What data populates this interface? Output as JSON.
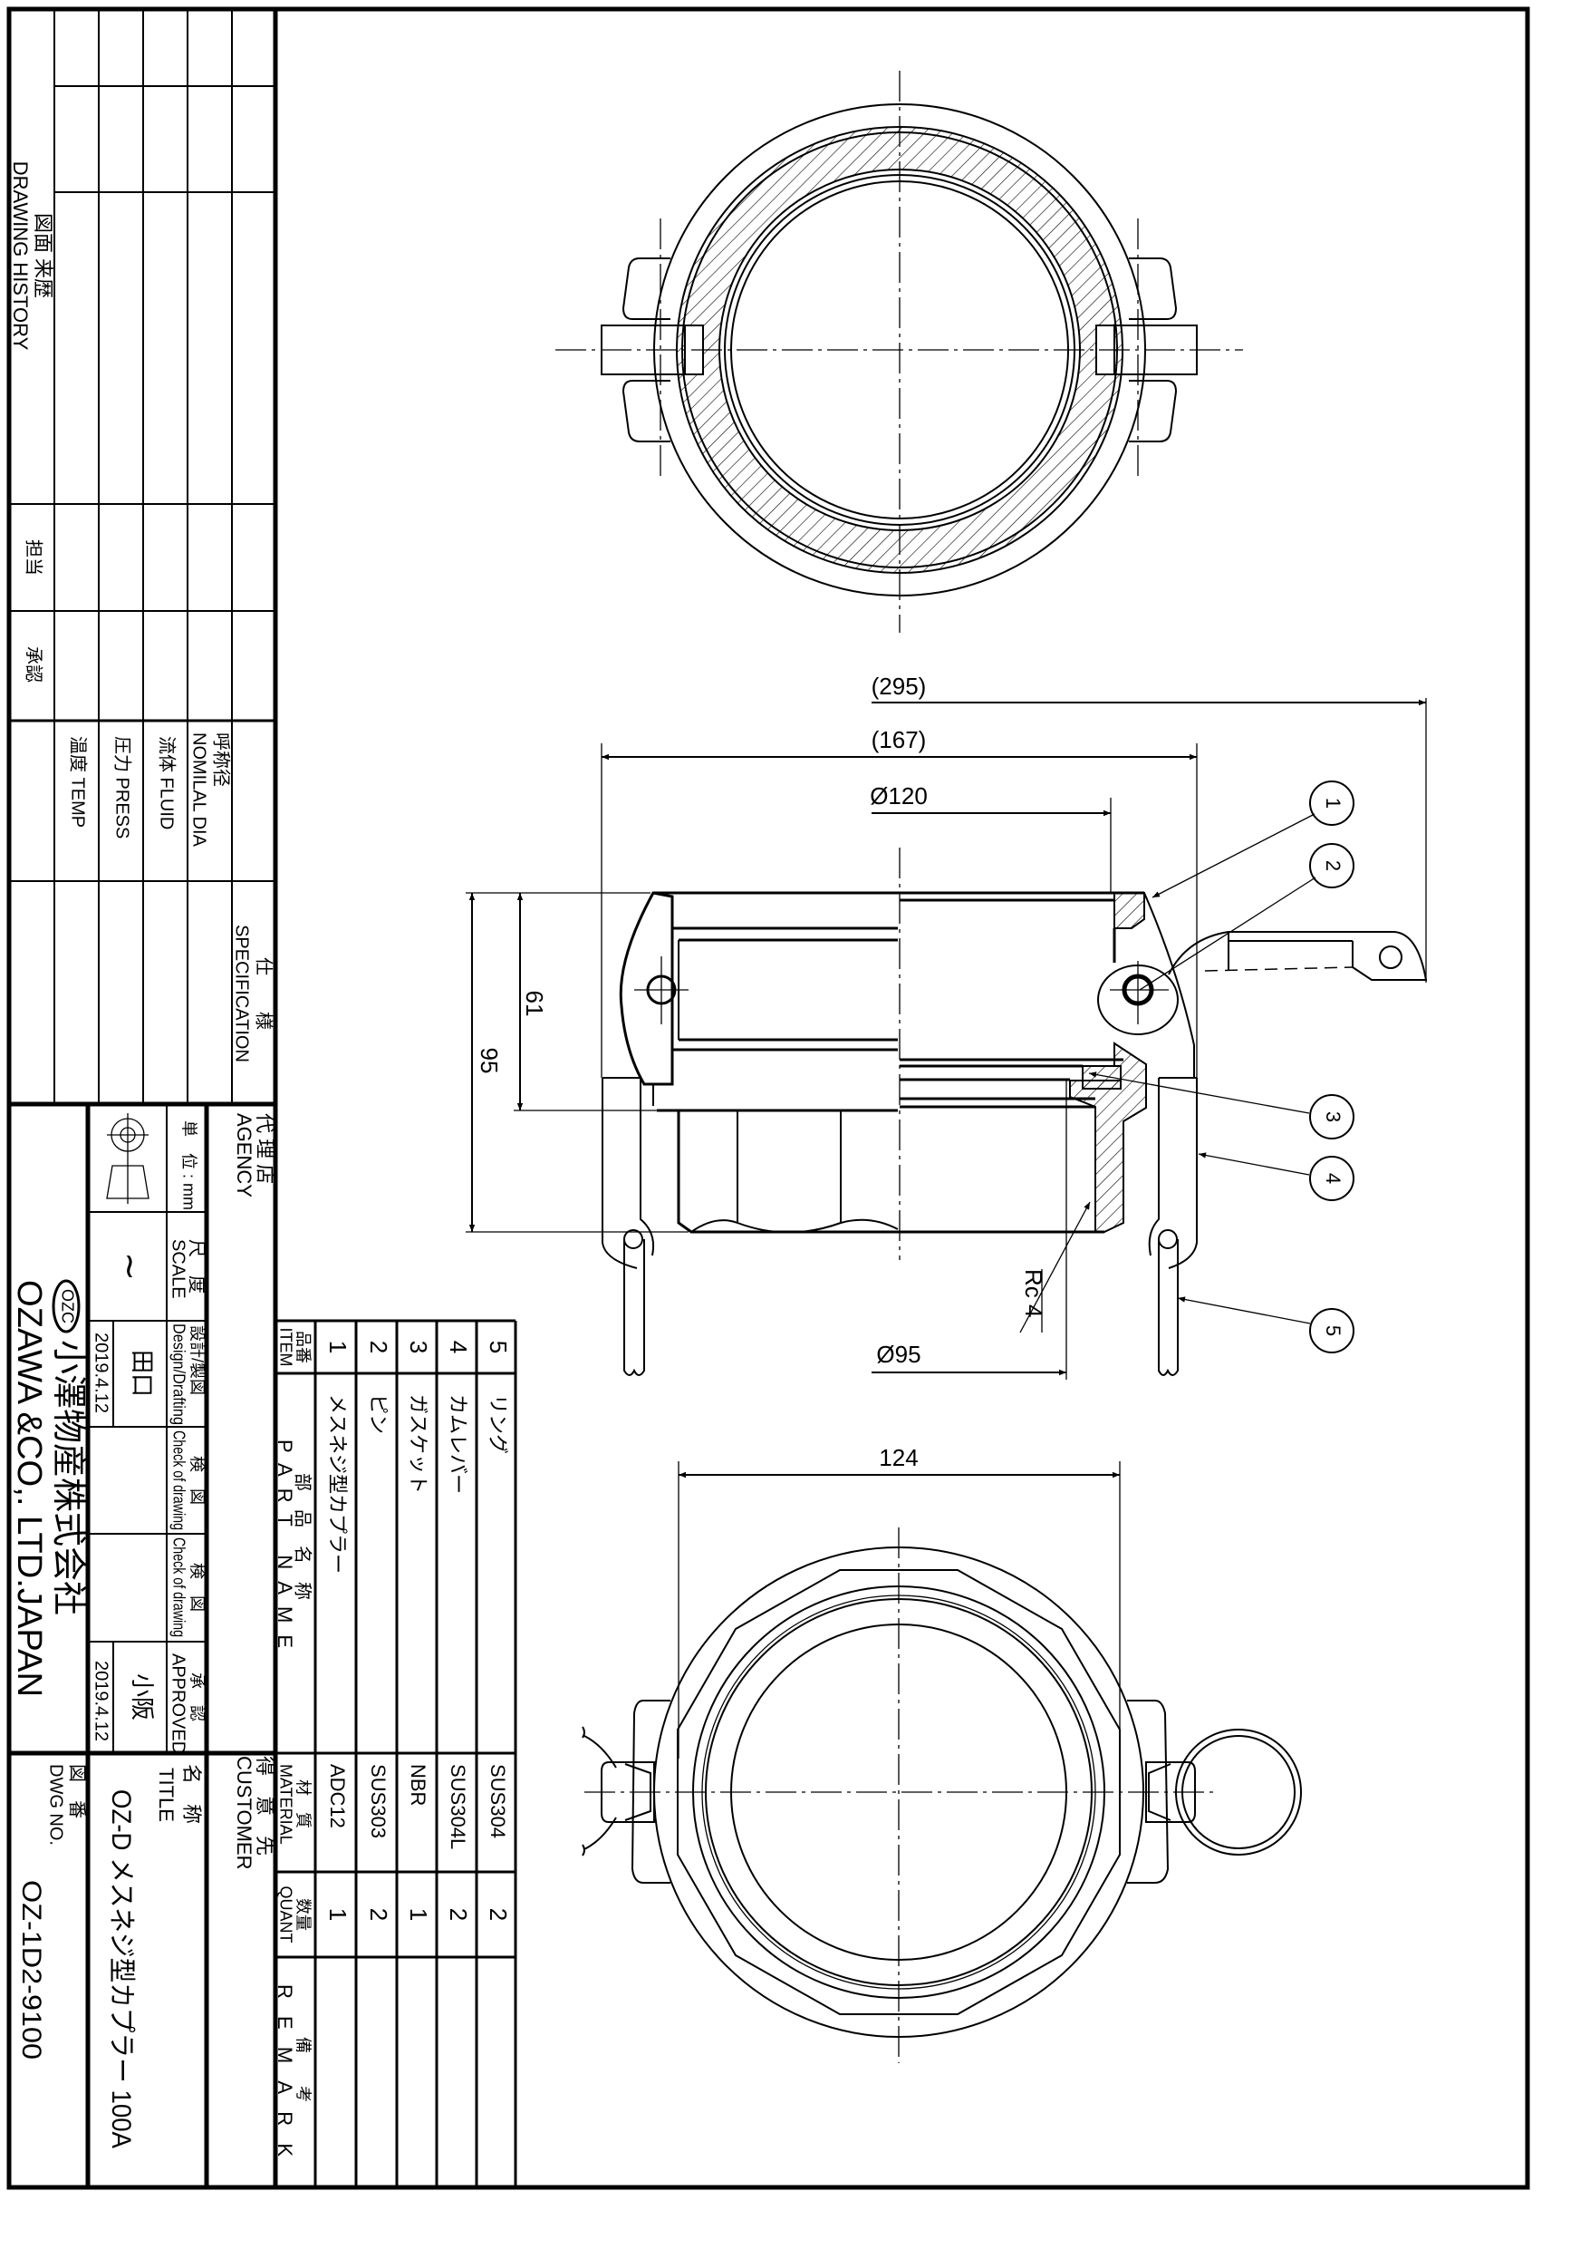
{
  "history": {
    "label_jp": "図面 来歴",
    "label_en": "DRAWING HISTORY",
    "in_charge": "担当",
    "approval": "承認"
  },
  "spec": {
    "title_jp": "仕　　様",
    "title_en": "SPECIFICATION",
    "nominal_jp": "呼称径",
    "nominal_en": "NOMILAL  DIA",
    "fluid": "流体  FLUID",
    "press": "圧力  PRESS",
    "temp": "温度  TEMP"
  },
  "title_block": {
    "agency_jp": "代 理 店",
    "agency_en": "AGENCY",
    "unit": "単　位 : mm",
    "scale_jp": "尺　度",
    "scale_en": "SCALE",
    "scale_value": "∼",
    "design_jp": "設計/製図",
    "design_en": "Design/Drafting",
    "design_date": "2019.4.12",
    "design_name": "田口",
    "check1_jp": "検　図",
    "check1_en": "Check of drawing",
    "check2_jp": "検　図",
    "check2_en": "Check of drawing",
    "approved_jp": "承　認",
    "approved_en": "APPROVED",
    "approved_date": "2019.4.12",
    "approved_name": "小阪",
    "company_logo": "OZC",
    "company_jp": "小澤物産株式会社",
    "company_en": "OZAWA &CO,. LTD.JAPAN",
    "customer_jp": "得　意　先",
    "customer_en": "CUSTOMER",
    "title_jp": "名　称",
    "title_en": "TITLE",
    "title_value": "OZ-D メスネジ型カプラー  100A",
    "dwg_jp": "図　番",
    "dwg_en": "DWG  NO.",
    "dwg_value": "OZ-1D2-9100"
  },
  "parts": {
    "headers": {
      "item_jp": "品番",
      "item_en": "ITEM",
      "name_jp": "部　品　名　称",
      "name_en": "PART NAME",
      "material_jp": "材　質",
      "material_en": "MATERIAL",
      "quant_jp": "数量",
      "quant_en": "QUANT",
      "remark_jp": "備　　考",
      "remark_en": "REMARK"
    },
    "items": [
      {
        "no": "1",
        "name": "メスネジ型カプラー",
        "material": "ADC12",
        "quant": "1"
      },
      {
        "no": "2",
        "name": "ピン",
        "material": "SUS303",
        "quant": "2"
      },
      {
        "no": "3",
        "name": "ガスケット",
        "material": "NBR",
        "quant": "1"
      },
      {
        "no": "4",
        "name": "カムレバー",
        "material": "SUS304L",
        "quant": "2"
      },
      {
        "no": "5",
        "name": "リング",
        "material": "SUS304",
        "quant": "2"
      }
    ]
  },
  "dimensions": {
    "overall": "(295)",
    "body": "(167)",
    "dia_outer": "Ø120",
    "height_upper": "61",
    "height_total": "95",
    "thread": "Rc 4",
    "dia_thread": "Ø95",
    "across_flats": "124"
  },
  "balloons": [
    "1",
    "2",
    "3",
    "4",
    "5"
  ]
}
